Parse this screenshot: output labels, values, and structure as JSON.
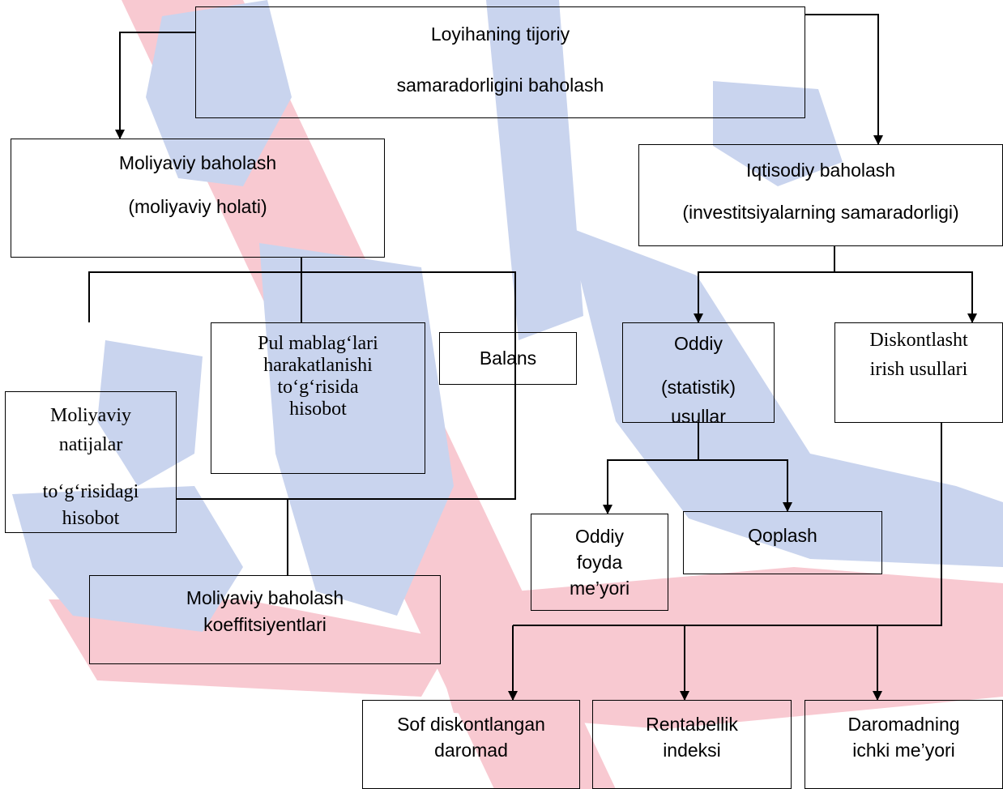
{
  "diagram": {
    "root": {
      "line1": "Loyihaning tijoriy",
      "line2": "samaradorligini baholash"
    },
    "financial": {
      "line1": "Moliyaviy baholash",
      "line2": "(moliyaviy holati)"
    },
    "economic": {
      "line1": "Iqtisodiy baholash",
      "line2": "(investitsiyalarning samaradorligi)"
    },
    "cash_flow": {
      "line1": "Pul mablag‘lari",
      "line2": "harakatlanishi",
      "line3": "to‘g‘risida",
      "line4": "hisobot"
    },
    "balance": {
      "line1": "Balans"
    },
    "fin_results": {
      "line1": "Moliyaviy",
      "line2": "natijalar",
      "line3": "to‘g‘risidagi",
      "line4": "hisobot"
    },
    "coefficients": {
      "line1": "Moliyaviy baholash",
      "line2": "koeffitsiyentlari"
    },
    "simple_methods": {
      "line1": "Oddiy",
      "line2": "(statistik)",
      "line3": "usullar"
    },
    "discount_methods": {
      "line1": "Diskontlasht",
      "line2": "irish usullari"
    },
    "simple_profit": {
      "line1": "Oddiy",
      "line2": "foyda",
      "line3": "me’yori"
    },
    "payback": {
      "line1": "Qoplash"
    },
    "npv": {
      "line1": "Sof diskontlangan",
      "line2": "daromad"
    },
    "profitability": {
      "line1": "Rentabellik",
      "line2": "indeksi"
    },
    "irr": {
      "line1": "Daromadning",
      "line2": "ichki me’yori"
    }
  },
  "colors": {
    "watermark_blue": "#c9d4ee",
    "watermark_red": "#f8c9d1",
    "line": "#000000"
  }
}
